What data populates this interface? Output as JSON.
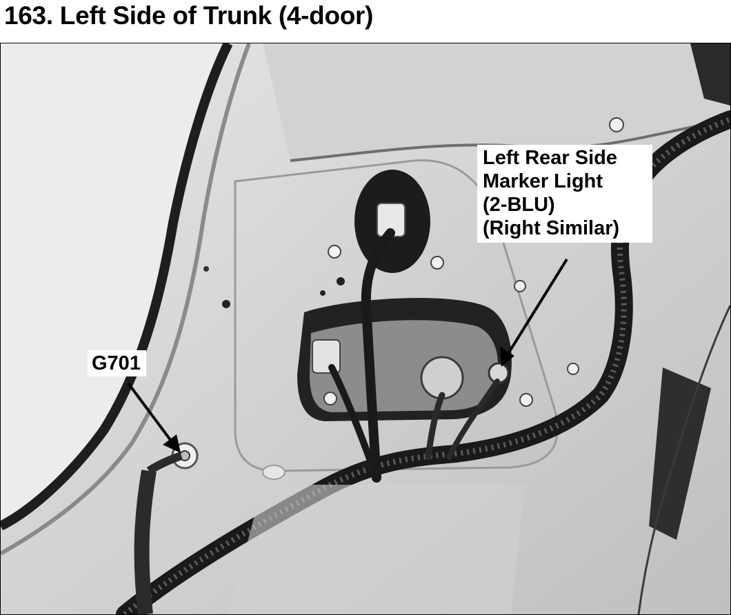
{
  "document": {
    "title": "163. Left Side of Trunk (4-door)"
  },
  "callouts": {
    "side_marker": {
      "lines": [
        "Left Rear Side",
        "Marker Light",
        "(2-BLU)",
        "(Right Similar)"
      ]
    },
    "ground": {
      "label": "G701"
    }
  },
  "colors": {
    "text": "#000000",
    "callout_background": "#ffffff",
    "photo_tone": "grayscale"
  }
}
